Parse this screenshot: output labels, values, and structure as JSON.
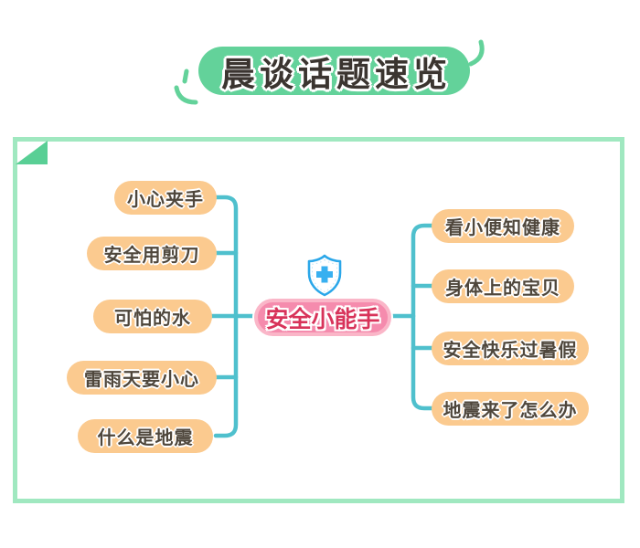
{
  "title": "晨谈话题速览",
  "center_node": {
    "label": "安全小能手",
    "icon": "shield-with-medical-cross"
  },
  "left_branches": [
    {
      "label": "小心夹手"
    },
    {
      "label": "安全用剪刀"
    },
    {
      "label": "可怕的水"
    },
    {
      "label": "雷雨天要小心"
    },
    {
      "label": "什么是地震"
    }
  ],
  "right_branches": [
    {
      "label": "看小便知健康"
    },
    {
      "label": "身体上的宝贝"
    },
    {
      "label": "安全快乐过暑假"
    },
    {
      "label": "地震来了怎么办"
    }
  ],
  "colors": {
    "banner_green": "#63D29A",
    "frame_border_green": "#A0E8C0",
    "corner_fold_green": "#59CF95",
    "connector_teal": "#4FC0CD",
    "branch_fill_peach": "#FBCA8F",
    "branch_text_brown": "#4F473C",
    "center_fill_pink": "#F58BAD",
    "center_border_pink": "#FAB6C8",
    "center_text_red": "#D8335A",
    "shield_blue": "#2BA7E9",
    "title_text_brown": "#3B3530"
  }
}
